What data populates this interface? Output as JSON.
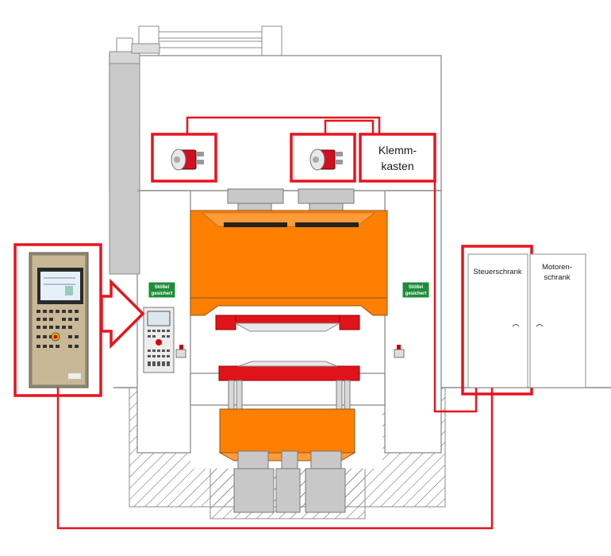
{
  "labels": {
    "klemmkasten_line1": "Klemm-",
    "klemmkasten_line2": "kasten",
    "steuerschrank": "Steuerschrank",
    "motorenschrank_line1": "Motoren-",
    "motorenschrank_line2": "schrank",
    "sign_line1": "Stößel",
    "sign_line2": "gesichert"
  },
  "colors": {
    "highlight": "#e8141e",
    "ram_orange": "#ff7f00",
    "tool_red": "#e0131b",
    "frame_fill": "#ffffff",
    "frame_stroke": "#8c8c8c",
    "sign_green": "#1f8c3a",
    "hatch": "#777777"
  },
  "icons": {
    "encoder": "rotary-encoder-icon",
    "panel": "control-panel-icon",
    "arrow": "right-arrow-icon"
  }
}
